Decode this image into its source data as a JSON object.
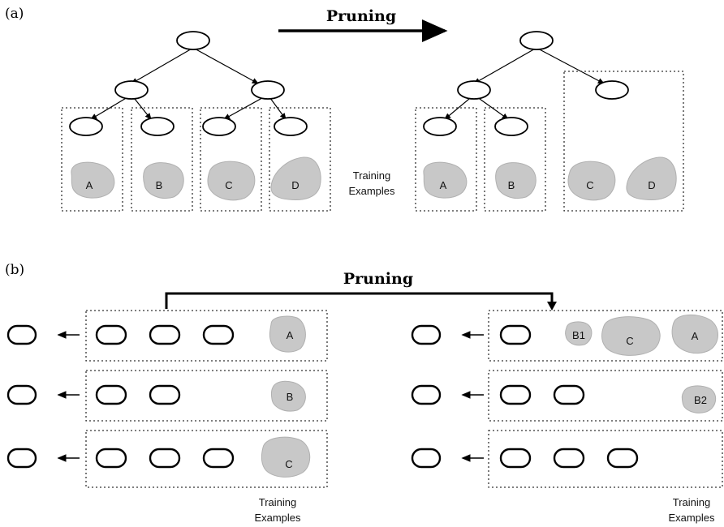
{
  "panel_a": {
    "label": "(a)",
    "pruning_label": "Pruning",
    "training_label_line1": "Training",
    "training_label_line2": "Examples",
    "before_examples": [
      "A",
      "B",
      "C",
      "D"
    ],
    "after_examples": [
      "A",
      "B",
      "C",
      "D"
    ]
  },
  "panel_b": {
    "label": "(b)",
    "pruning_label": "Pruning",
    "left_training_line1": "Training",
    "left_training_line2": "Examples",
    "right_training_line1": "Training",
    "right_training_line2": "Examples",
    "left_rows": [
      {
        "rules": 3,
        "example": "A"
      },
      {
        "rules": 2,
        "example": "B"
      },
      {
        "rules": 3,
        "example": "C"
      }
    ],
    "right_rows": [
      {
        "rules": 1,
        "examples": [
          "B1",
          "C",
          "A"
        ]
      },
      {
        "rules": 2,
        "examples": [
          "B2"
        ]
      },
      {
        "rules": 3,
        "examples": []
      }
    ]
  },
  "colors": {
    "blob": "#c8c8c8",
    "line": "#000000"
  }
}
